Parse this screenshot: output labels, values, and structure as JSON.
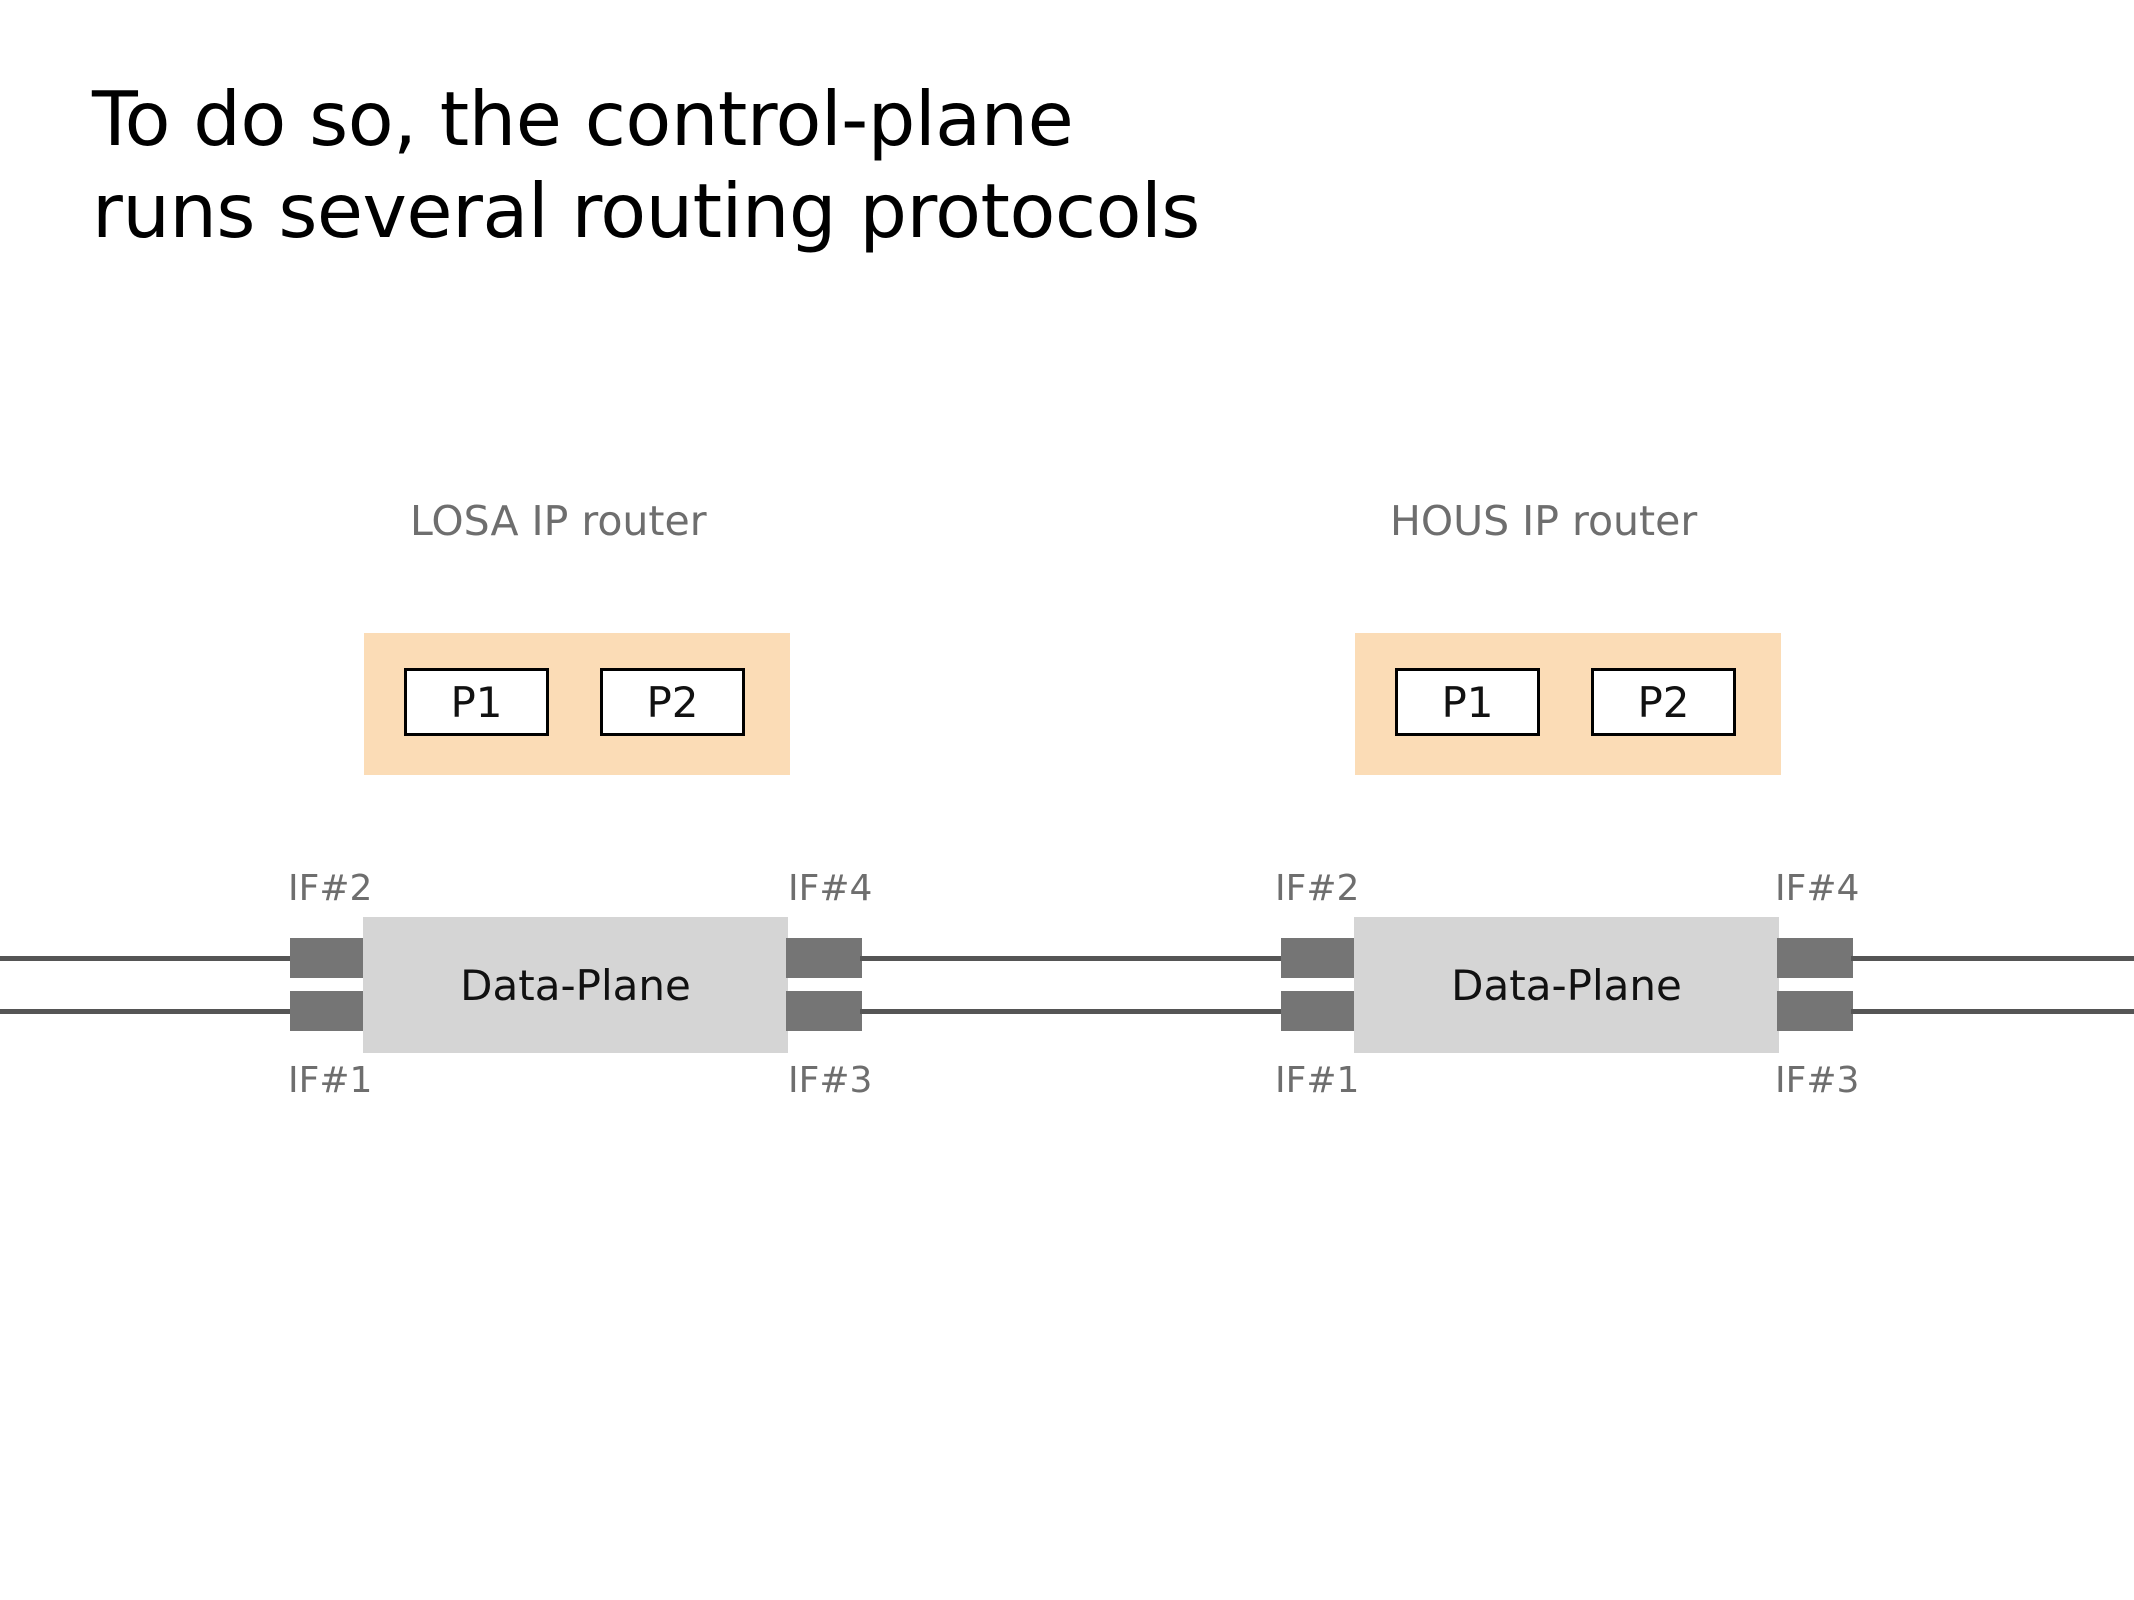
{
  "slide": {
    "title": "To do so, the control-plane\nruns several routing protocols",
    "background_color": "#ffffff"
  },
  "colors": {
    "control_plane_fill": "#fbdcb6",
    "data_plane_fill": "#d5d5d5",
    "interface_fill": "#757575",
    "wire": "#555555",
    "label_gray": "#6e6e6e",
    "text_black": "#000000"
  },
  "routers": [
    {
      "id": "losa",
      "label": "LOSA IP router",
      "control_plane": {
        "protocols": [
          {
            "label": "P1"
          },
          {
            "label": "P2"
          }
        ]
      },
      "data_plane": {
        "label": "Data-Plane",
        "interfaces": [
          {
            "name": "IF#2",
            "position": "top-left"
          },
          {
            "name": "IF#1",
            "position": "bottom-left"
          },
          {
            "name": "IF#4",
            "position": "top-right"
          },
          {
            "name": "IF#3",
            "position": "bottom-right"
          }
        ]
      }
    },
    {
      "id": "hous",
      "label": "HOUS IP router",
      "control_plane": {
        "protocols": [
          {
            "label": "P1"
          },
          {
            "label": "P2"
          }
        ]
      },
      "data_plane": {
        "label": "Data-Plane",
        "interfaces": [
          {
            "name": "IF#2",
            "position": "top-left"
          },
          {
            "name": "IF#1",
            "position": "bottom-left"
          },
          {
            "name": "IF#4",
            "position": "top-right"
          },
          {
            "name": "IF#3",
            "position": "bottom-right"
          }
        ]
      }
    }
  ]
}
